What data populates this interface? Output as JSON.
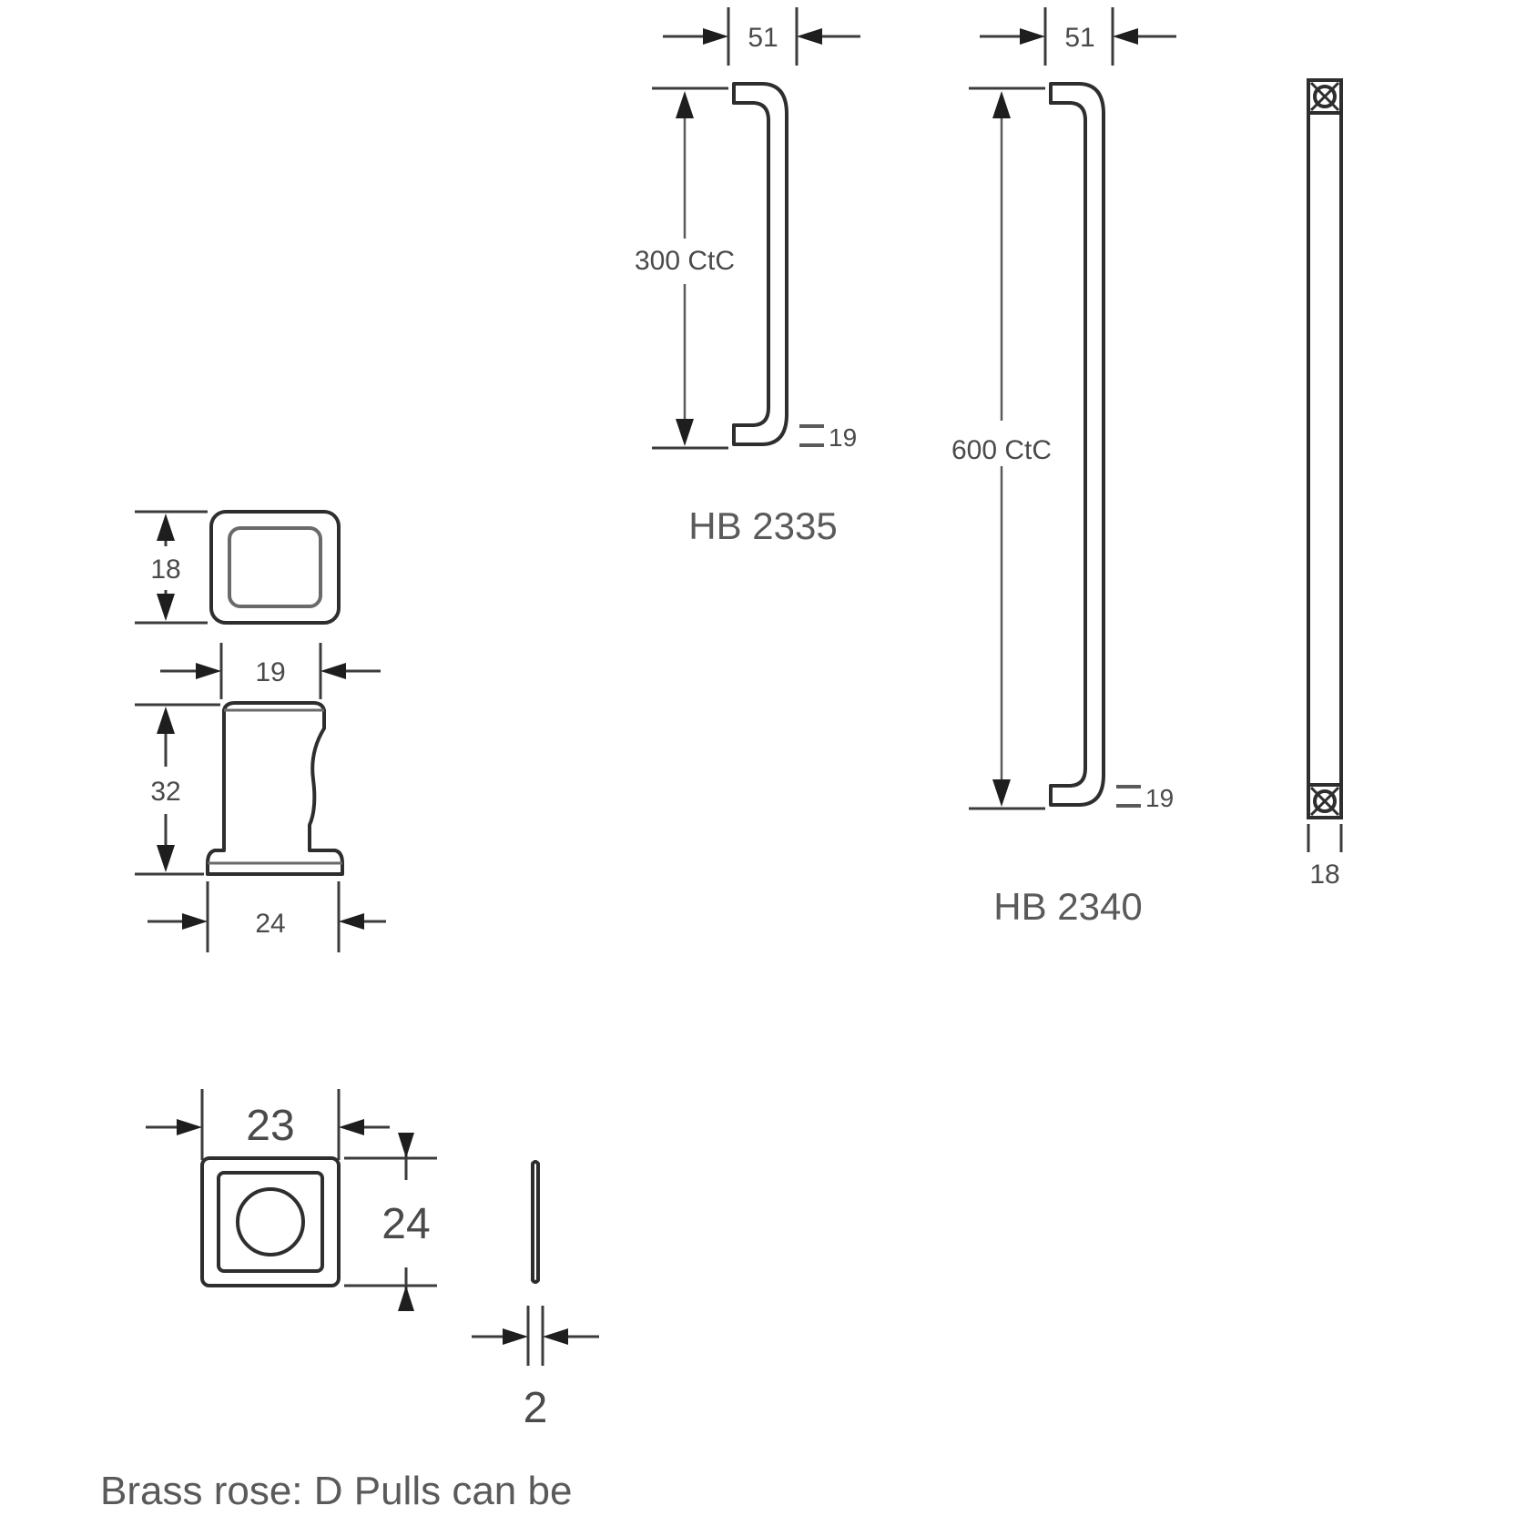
{
  "drawing": {
    "title_none": "",
    "caption": "Brass rose: D Pulls can be"
  },
  "parts": [
    {
      "id": "hb2335",
      "label": "HB 2335",
      "width_dim": "51",
      "length_dim": "300 CtC",
      "bar_dim": "19"
    },
    {
      "id": "hb2340",
      "label": "HB 2340",
      "width_dim": "51",
      "length_dim": "600 CtC",
      "bar_dim": "19"
    }
  ],
  "side_bar": {
    "width_dim": "18"
  },
  "rose_section": {
    "top_square_dim": "18",
    "neck_dim": "19",
    "height_dim": "32",
    "base_dim": "24"
  },
  "brass_rose": {
    "width_dim": "23",
    "height_dim": "24",
    "thickness_dim": "2"
  },
  "style": {
    "line_color": "#3c3c3c",
    "dim_color": "#4a4a4a",
    "label_color": "#5a5a5a",
    "background": "#ffffff"
  }
}
